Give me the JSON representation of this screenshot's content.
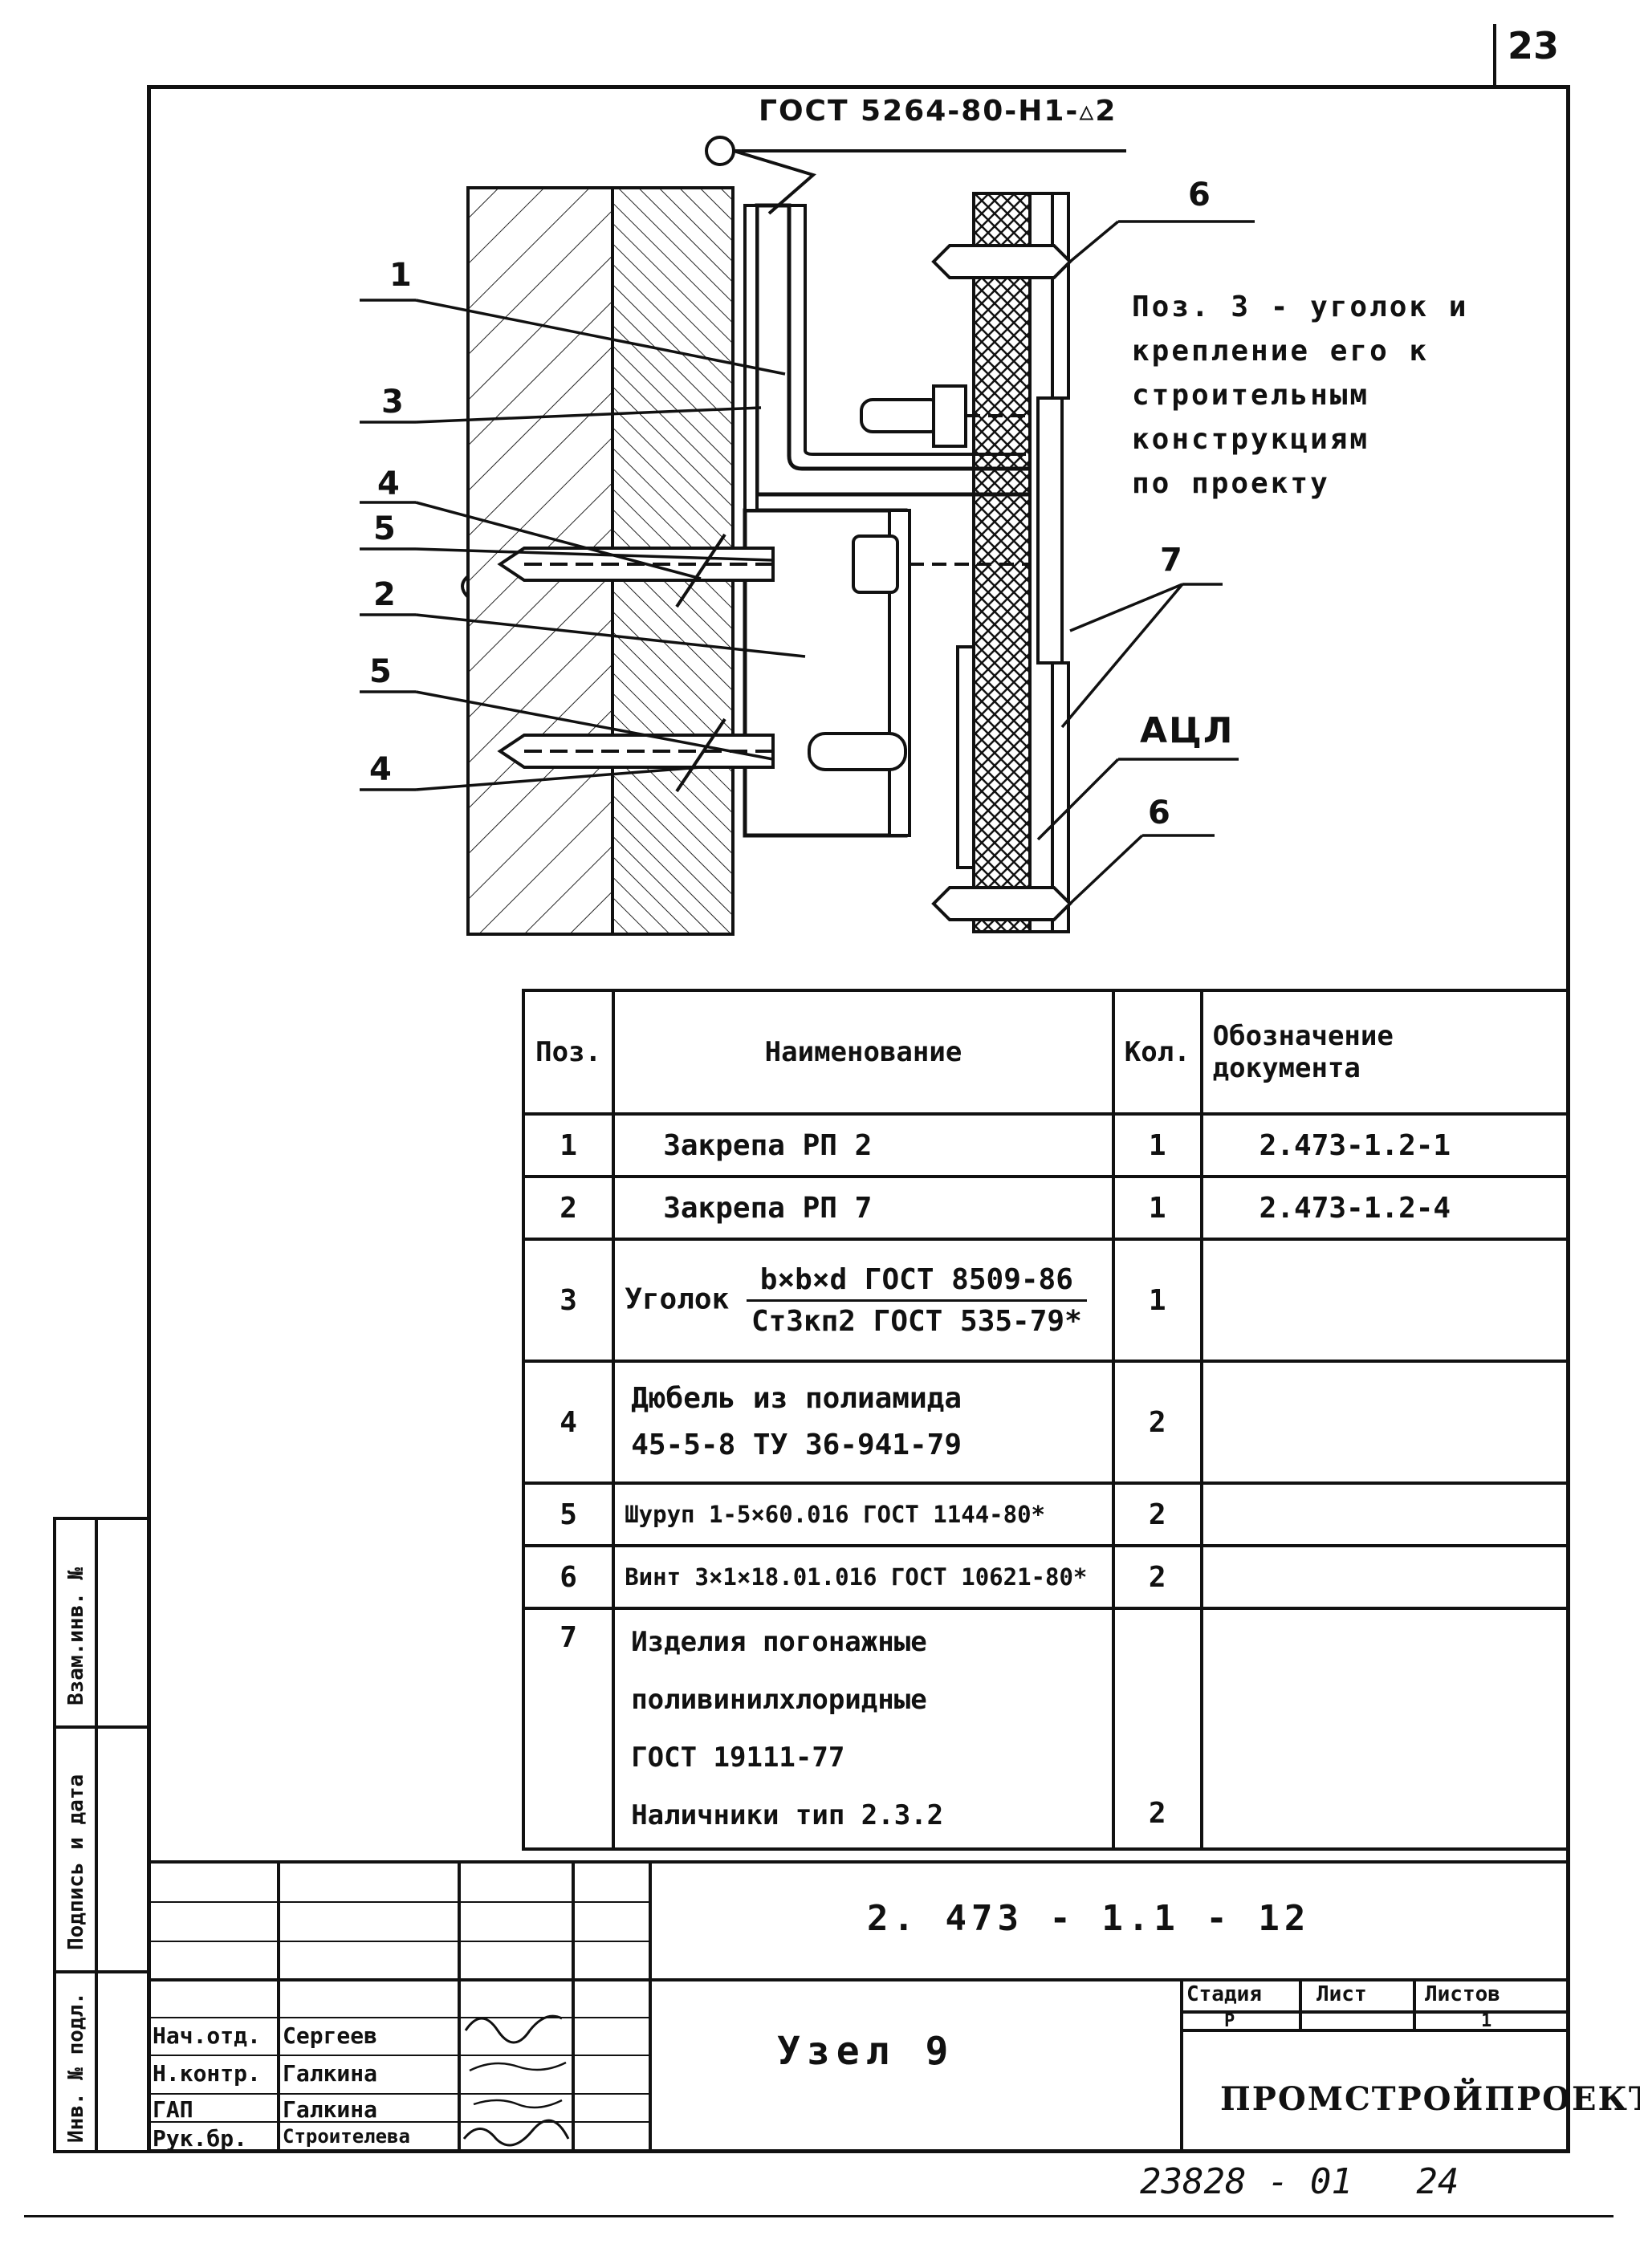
{
  "sheet_number": "23",
  "drawing": {
    "weld_note": "ГОСТ 5264-80-Н1-▵2",
    "note_lines": [
      "Поз. 3 - уголок и",
      "крепление его к",
      "строительным",
      "конструкциям",
      "по проекту"
    ],
    "callouts": {
      "c1": "1",
      "c3": "3",
      "c4a": "4",
      "c5a": "5",
      "c2": "2",
      "c5b": "5",
      "c4b": "4",
      "c6a": "6",
      "c7": "7",
      "acl": "АЦЛ",
      "c6b": "6"
    }
  },
  "spec_table": {
    "headers": {
      "pos": "Поз.",
      "name": "Наименование",
      "qty": "Кол.",
      "doc": "Обозначение документа"
    },
    "rows": [
      {
        "pos": "1",
        "name": "Закрепа РП 2",
        "qty": "1",
        "doc": "2.473-1.2-1"
      },
      {
        "pos": "2",
        "name": "Закрепа РП 7",
        "qty": "1",
        "doc": "2.473-1.2-4"
      },
      {
        "pos": "3",
        "name_prefix": "Уголок",
        "name_num": "b×b×d ГОСТ 8509-86",
        "name_den": "Ст3кп2 ГОСТ 535-79*",
        "qty": "1",
        "doc": ""
      },
      {
        "pos": "4",
        "name_l1": "Дюбель из полиамида",
        "name_l2": "45-5-8 ТУ 36-941-79",
        "qty": "2",
        "doc": ""
      },
      {
        "pos": "5",
        "name": "Шуруп 1-5×60.016 ГОСТ 1144-80*",
        "qty": "2",
        "doc": ""
      },
      {
        "pos": "6",
        "name": "Винт 3×1×18.01.016 ГОСТ 10621-80*",
        "qty": "2",
        "doc": ""
      },
      {
        "pos": "7",
        "name_l1": "Изделия погонажные",
        "name_l2": "поливинилхлоридные",
        "name_l3": "ГОСТ 19111-77",
        "name_l4": "Наличники тип 2.3.2",
        "qty": "2",
        "doc": ""
      }
    ]
  },
  "title_block": {
    "doc_code": "2. 473 - 1.1 - 12",
    "title": "Узел 9",
    "stage_label": "Стадия",
    "sheet_label": "Лист",
    "sheets_label": "Листов",
    "stage_value": "Р",
    "sheet_value": "",
    "sheets_value": "1",
    "org": "ПРОМСТРОЙПРОЕКТ",
    "signers": [
      {
        "role": "Нач.отд.",
        "name": "Сергеев"
      },
      {
        "role": "Н.контр.",
        "name": "Галкина"
      },
      {
        "role": "ГАП",
        "name": "Галкина"
      },
      {
        "role": "Рук.бр.",
        "name": "Строителева"
      }
    ],
    "side_labels": {
      "vzam": "Взам.инв. №",
      "podpis": "Подпись и дата",
      "inv": "Инв. № подл."
    }
  },
  "footer_number": "23828 - 01   24"
}
